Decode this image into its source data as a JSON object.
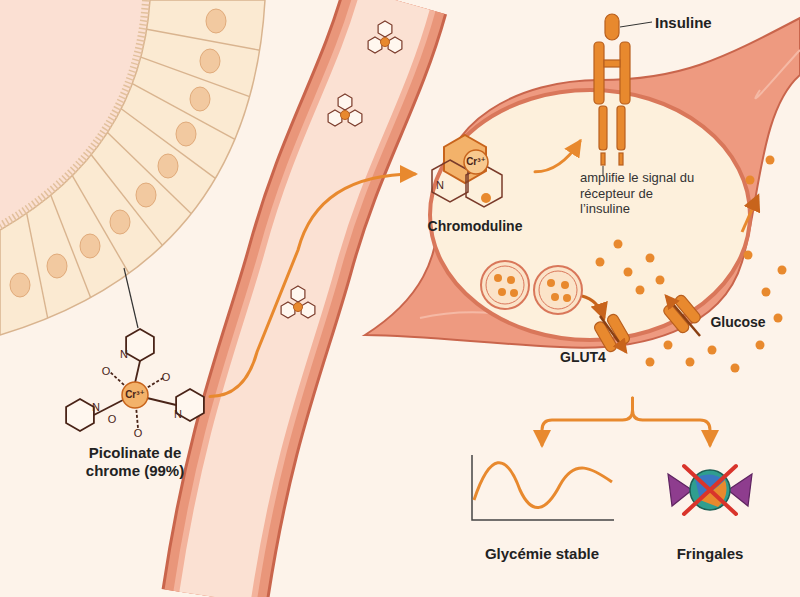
{
  "diagram": {
    "nodes": [
      {
        "text": [
          "Picolinate de chrome (99%)"
        ]
      },
      {
        "text": [
          "Chromoduline"
        ]
      },
      {
        "text": [
          "Insuline",
          "amplifie le signal du récepteur de l’insuline"
        ]
      },
      {
        "text": [
          "GLUT4"
        ]
      },
      {
        "text": [
          "Glycémie stable"
        ]
      },
      {
        "text": [
          "Fringales"
        ]
      }
    ],
    "edges": [
      {
        "from": 0,
        "to": 1,
        "arrow": "to"
      },
      {
        "from": 1,
        "to": 2,
        "arrow": "to"
      },
      {
        "from": 3,
        "to": 4,
        "arrow": "to"
      },
      {
        "from": 3,
        "to": 5,
        "arrow": "to"
      }
    ],
    "labels": [
      "Cr³⁺",
      "N",
      "O",
      "O",
      "N",
      "N",
      "O",
      "O",
      "Cr³⁺",
      "N",
      "Glucose"
    ]
  }
}
